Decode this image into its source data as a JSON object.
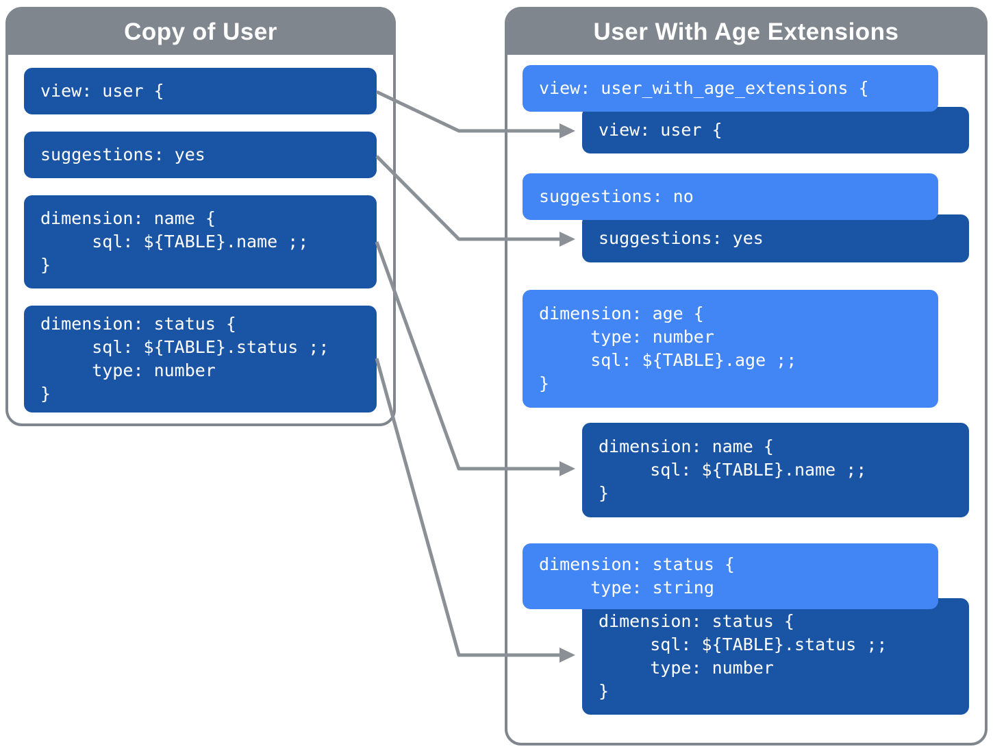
{
  "colors": {
    "inherited_box_blue": "#1a54a4",
    "override_box_blue": "#4285f4",
    "frame_gray": "#80868e",
    "arrow_gray": "#8a9096",
    "text_white": "#ffffff"
  },
  "left_panel": {
    "title": "Copy of User",
    "boxes": [
      {
        "name": "view-user",
        "style": "inherited",
        "code": "view: user {"
      },
      {
        "name": "suggestions-yes",
        "style": "inherited",
        "code": "suggestions: yes"
      },
      {
        "name": "dimension-name",
        "style": "inherited",
        "code": "dimension: name {\n     sql: ${TABLE}.name ;;\n}"
      },
      {
        "name": "dimension-status",
        "style": "inherited",
        "code": "dimension: status {\n     sql: ${TABLE}.status ;;\n     type: number\n}"
      }
    ]
  },
  "right_panel": {
    "title": "User With Age Extensions",
    "boxes": [
      {
        "name": "view-extended-override",
        "style": "override",
        "code": "view: user_with_age_extensions {"
      },
      {
        "name": "view-user-inherited",
        "style": "inherited",
        "code": "view: user {"
      },
      {
        "name": "suggestions-no-override",
        "style": "override",
        "code": "suggestions: no"
      },
      {
        "name": "suggestions-yes-inherited",
        "style": "inherited",
        "code": "suggestions: yes"
      },
      {
        "name": "dimension-age-added",
        "style": "override",
        "code": "dimension: age {\n     type: number\n     sql: ${TABLE}.age ;;\n}"
      },
      {
        "name": "dimension-name-inherited",
        "style": "inherited",
        "code": "dimension: name {\n     sql: ${TABLE}.name ;;\n}"
      },
      {
        "name": "dimension-status-override",
        "style": "override",
        "code": "dimension: status {\n     type: string"
      },
      {
        "name": "dimension-status-inherited",
        "style": "inherited",
        "code": "dimension: status {\n     sql: ${TABLE}.status ;;\n     type: number\n}"
      }
    ]
  },
  "arrows": [
    {
      "from": "view: user {",
      "to": "view: user { (inherited)"
    },
    {
      "from": "suggestions: yes",
      "to": "suggestions: yes (inherited)"
    },
    {
      "from": "dimension: name",
      "to": "dimension: name (inherited)"
    },
    {
      "from": "dimension: status",
      "to": "dimension: status (inherited)"
    }
  ]
}
